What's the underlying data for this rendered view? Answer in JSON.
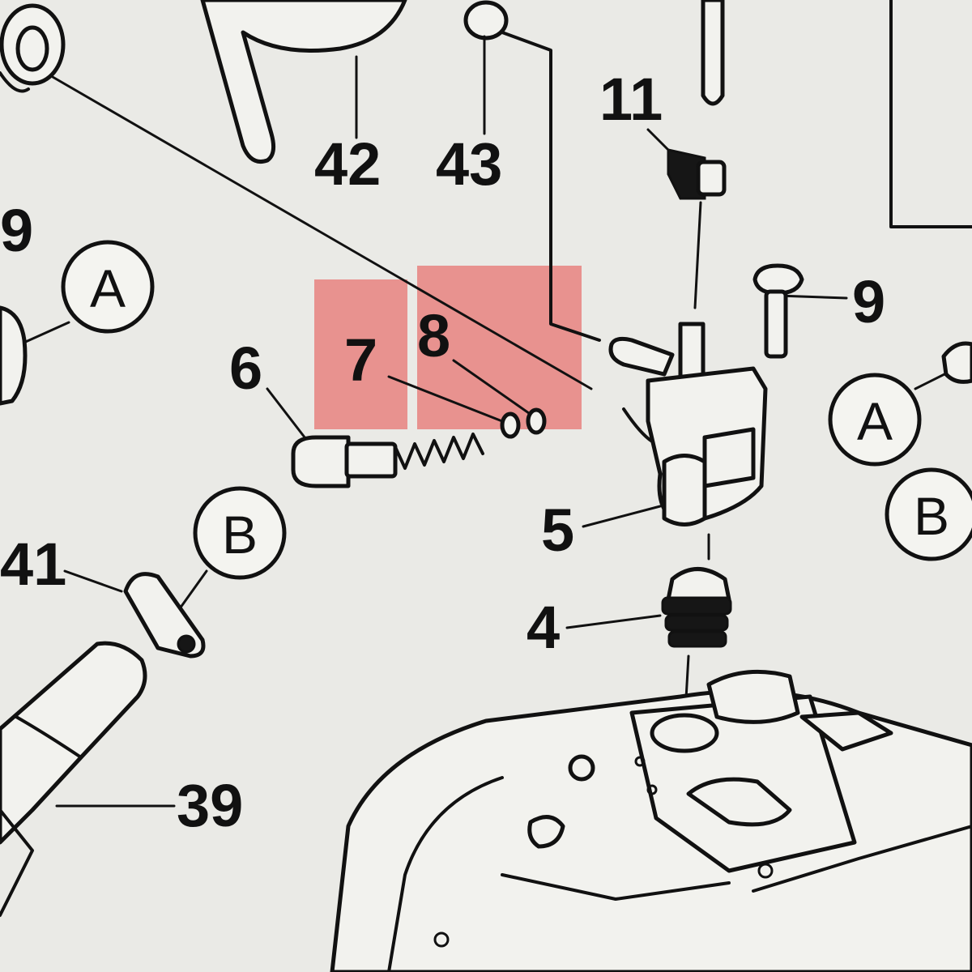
{
  "highlight_color": "#e8706e",
  "callouts": {
    "n42": "42",
    "n43": "43",
    "n11": "11",
    "n9_top_left": "9",
    "n9_right": "9",
    "n6": "6",
    "n7": "7",
    "n8": "8",
    "n5": "5",
    "n4": "4",
    "n41": "41",
    "n39": "39"
  },
  "reference_markers": {
    "a_left": "A",
    "a_right": "A",
    "b_left": "B",
    "b_right": "B"
  }
}
